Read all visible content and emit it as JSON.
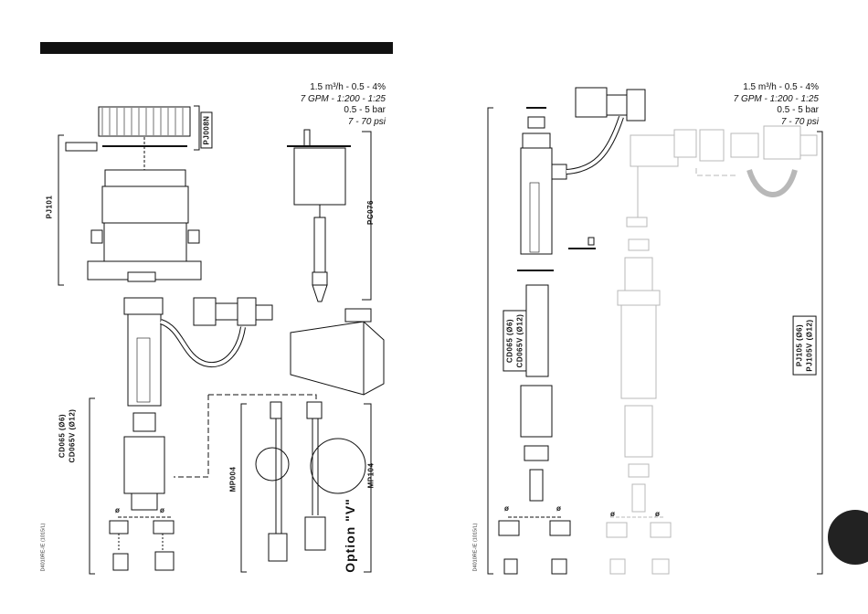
{
  "left_panel": {
    "spec": {
      "line1": "1.5 m³/h  -  0.5  -  4%",
      "line2": "7 GPM - 1:200 - 1:25",
      "line3": "0.5 - 5 bar",
      "line4": "7  -  70  psi"
    },
    "labels": {
      "pj008n": "PJ008N",
      "pj101": "PJ101",
      "pc076": "PC076",
      "cd065_a": "CD065 (Ø6)",
      "cd065_b": "CD065V (Ø12)",
      "mp004": "MP004",
      "mp104": "MP104",
      "option_v": "Option \"V\""
    },
    "diam_a": "ø",
    "diam_b": "ø",
    "doc_code": "D4010RE-IE (1015/L)"
  },
  "right_panel": {
    "spec": {
      "line1": "1.5 m³/h  -  0.5  -  4%",
      "line2": "7 GPM - 1:200 - 1:25",
      "line3": "0.5 - 5 bar",
      "line4": "7  -  70  psi"
    },
    "labels": {
      "cd065_a": "CD065 (Ø6)",
      "cd065_b": "CD065V (Ø12)",
      "pj105_a": "PJ105 (Ø6)",
      "pj105_b": "PJ105V (Ø12)"
    },
    "diam_a": "ø",
    "diam_b": "ø",
    "diam_c": "ø",
    "diam_d": "ø",
    "doc_code": "D4010RE-IE (1015/L)"
  },
  "colors": {
    "ink": "#111111",
    "ghost": "#b8b8b8",
    "tab": "#222222"
  }
}
